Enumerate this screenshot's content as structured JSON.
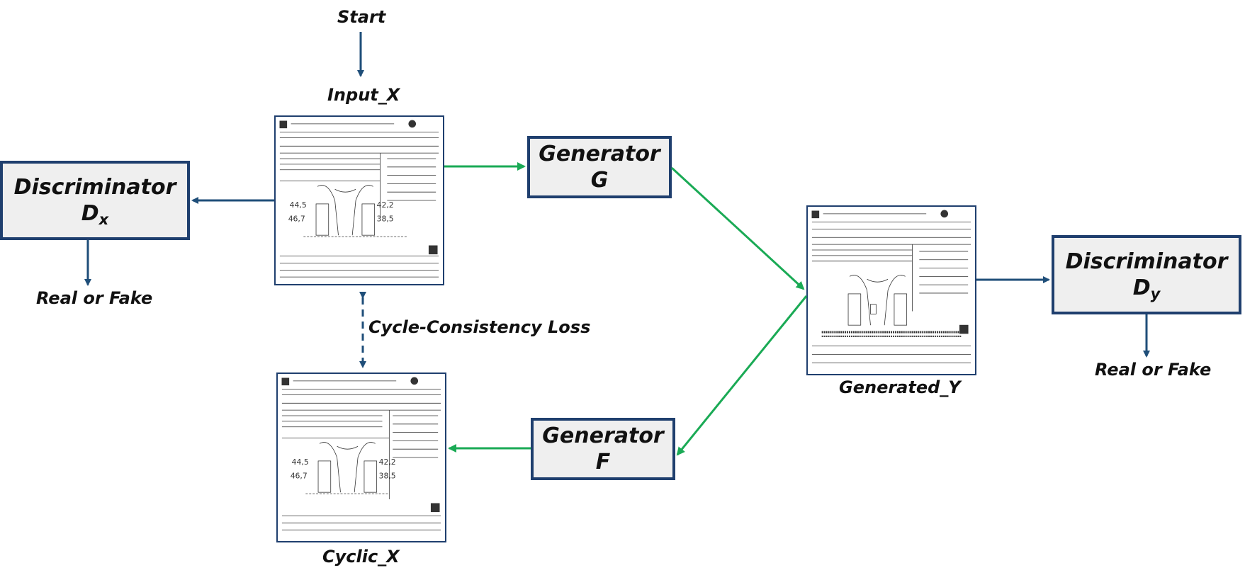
{
  "labels": {
    "start": "Start",
    "input_x": "Input_X",
    "cyclic_x": "Cyclic_X",
    "generated_y": "Generated_Y",
    "cycle_loss": "Cycle-Consistency Loss",
    "real_fake_x": "Real or Fake",
    "real_fake_y": "Real or Fake"
  },
  "boxes": {
    "disc_x": {
      "line1": "Discriminator",
      "main": "D",
      "sub": "x"
    },
    "disc_y": {
      "line1": "Discriminator",
      "main": "D",
      "sub": "y"
    },
    "gen_g": {
      "line1": "Generator",
      "line2": "G"
    },
    "gen_f": {
      "line1": "Generator",
      "line2": "F"
    }
  },
  "documents": {
    "input_x": "lymphology-form-image",
    "generated_y": "lymphology-form-image",
    "cyclic_x": "lymphology-form-image"
  },
  "colors": {
    "arrow_blue": "#1f4e79",
    "arrow_green": "#1aaa55",
    "box_border": "#1f3f6e",
    "box_fill": "#efefef"
  }
}
